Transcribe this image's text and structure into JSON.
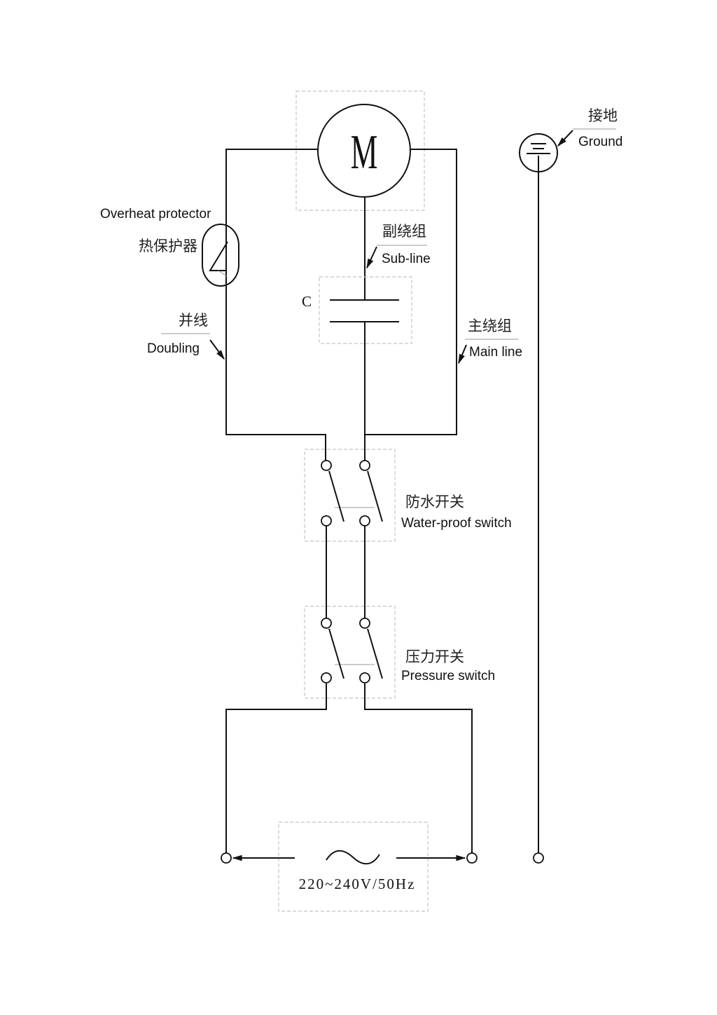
{
  "motor": {
    "symbol": "M"
  },
  "ground": {
    "label_zh": "接地",
    "label_en": "Ground",
    "symbol": "三"
  },
  "overheat_protector": {
    "label_en": "Overheat protector",
    "label_zh": "热保护器"
  },
  "doubling": {
    "label_zh": "并线",
    "label_en": "Doubling"
  },
  "sub_line": {
    "label_zh": "副绕组",
    "label_en": "Sub-line"
  },
  "main_line": {
    "label_zh": "主绕组",
    "label_en": "Main line"
  },
  "capacitor": {
    "label": "C"
  },
  "waterproof_switch": {
    "label_zh": "防水开关",
    "label_en": "Water-proof switch"
  },
  "pressure_switch": {
    "label_zh": "压力开关",
    "label_en": "Pressure switch"
  },
  "power_supply": {
    "symbol": "~",
    "rating": "220~240V/50Hz"
  }
}
